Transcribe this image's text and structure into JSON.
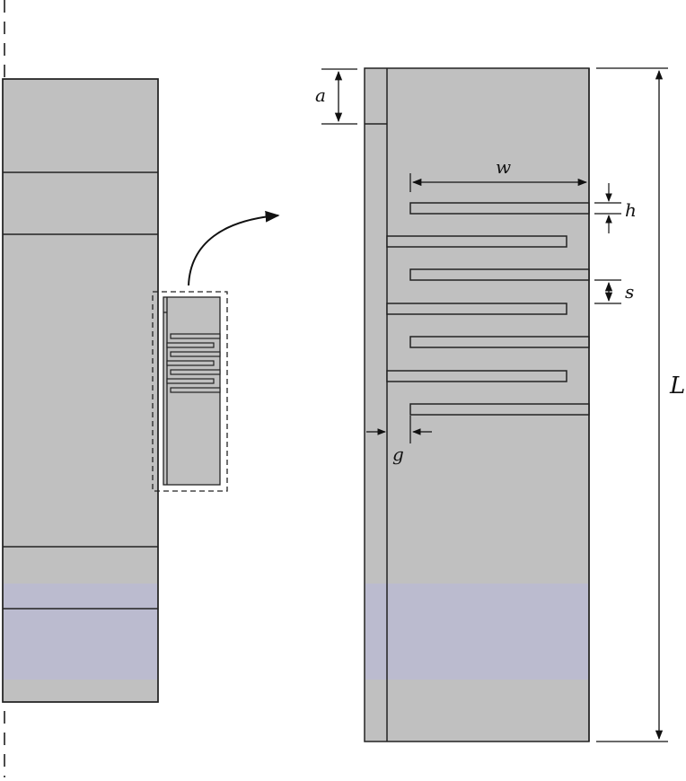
{
  "diagram": {
    "labels": {
      "a": "a",
      "w": "w",
      "h": "h",
      "s": "s",
      "g": "g",
      "L": "L"
    },
    "colors": {
      "fill": "#c0c0c0",
      "tint": "#bbbbcf",
      "stroke": "#222222"
    }
  }
}
